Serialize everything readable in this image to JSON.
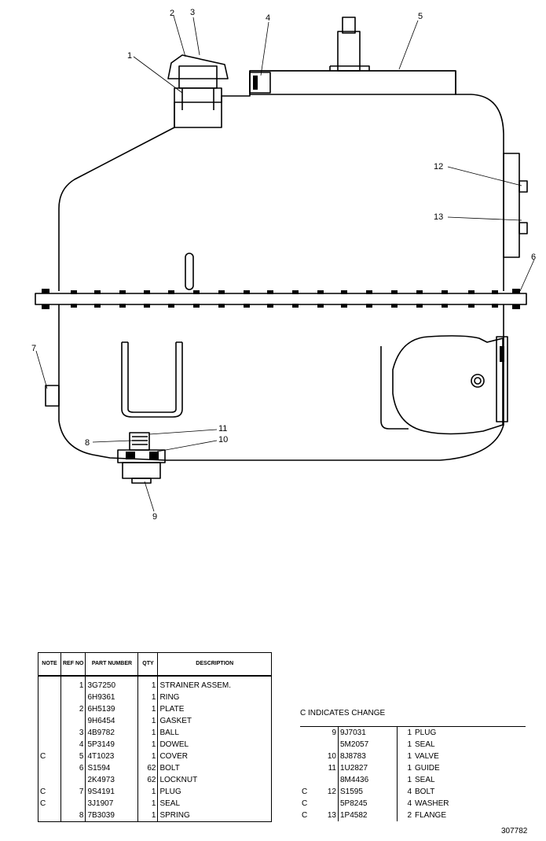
{
  "drawing": {
    "callouts": [
      "1",
      "2",
      "3",
      "4",
      "5",
      "6",
      "7",
      "8",
      "9",
      "10",
      "11",
      "12",
      "13"
    ]
  },
  "parts_table": {
    "headers": {
      "note": "NOTE",
      "ref_no": "REF NO",
      "part_number": "PART NUMBER",
      "qty": "QTY",
      "description": "DESCRIPTION"
    },
    "rows": [
      {
        "note": "",
        "ref": "1",
        "part": "3G7250",
        "qty": "1",
        "desc": "STRAINER ASSEM."
      },
      {
        "note": "",
        "ref": "",
        "part": "6H9361",
        "qty": "1",
        "desc": "RING"
      },
      {
        "note": "",
        "ref": "2",
        "part": "6H5139",
        "qty": "1",
        "desc": "PLATE"
      },
      {
        "note": "",
        "ref": "",
        "part": "9H6454",
        "qty": "1",
        "desc": "GASKET"
      },
      {
        "note": "",
        "ref": "3",
        "part": "4B9782",
        "qty": "1",
        "desc": "BALL"
      },
      {
        "note": "",
        "ref": "4",
        "part": "5P3149",
        "qty": "1",
        "desc": "DOWEL"
      },
      {
        "note": "C",
        "ref": "5",
        "part": "4T1023",
        "qty": "1",
        "desc": "COVER"
      },
      {
        "note": "",
        "ref": "6",
        "part": "S1594",
        "qty": "62",
        "desc": "BOLT"
      },
      {
        "note": "",
        "ref": "",
        "part": "2K4973",
        "qty": "62",
        "desc": "LOCKNUT"
      },
      {
        "note": "C",
        "ref": "7",
        "part": "9S4191",
        "qty": "1",
        "desc": "PLUG"
      },
      {
        "note": "C",
        "ref": "",
        "part": "3J1907",
        "qty": "1",
        "desc": "SEAL"
      },
      {
        "note": "",
        "ref": "8",
        "part": "7B3039",
        "qty": "1",
        "desc": "SPRING"
      }
    ]
  },
  "change_note": "C     INDICATES CHANGE",
  "parts_table_continued": {
    "rows": [
      {
        "note": "",
        "ref": "9",
        "part": "9J7031",
        "qty": "1",
        "desc": "PLUG"
      },
      {
        "note": "",
        "ref": "",
        "part": "5M2057",
        "qty": "1",
        "desc": "SEAL"
      },
      {
        "note": "",
        "ref": "10",
        "part": "8J8783",
        "qty": "1",
        "desc": "VALVE"
      },
      {
        "note": "",
        "ref": "11",
        "part": "1U2827",
        "qty": "1",
        "desc": "GUIDE"
      },
      {
        "note": "",
        "ref": "",
        "part": "8M4436",
        "qty": "1",
        "desc": "SEAL"
      },
      {
        "note": "C",
        "ref": "12",
        "part": "S1595",
        "qty": "4",
        "desc": "BOLT"
      },
      {
        "note": "C",
        "ref": "",
        "part": "5P8245",
        "qty": "4",
        "desc": "WASHER"
      },
      {
        "note": "C",
        "ref": "13",
        "part": "1P4582",
        "qty": "2",
        "desc": "FLANGE"
      }
    ]
  },
  "figure_number": "307782"
}
